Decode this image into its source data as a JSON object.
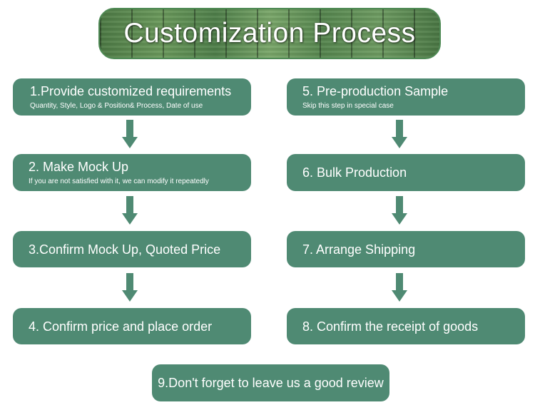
{
  "title": "Customization Process",
  "colors": {
    "step_fill": "#4f8a73",
    "arrow_fill": "#4f8a73",
    "text": "#ffffff"
  },
  "steps": [
    {
      "label": "1.Provide customized requirements",
      "sub": "Quantity, Style, Logo & Position& Process, Date of use"
    },
    {
      "label": "2. Make Mock Up",
      "sub": "If you are not satisfied with it, we can modify it repeatedly"
    },
    {
      "label": "3.Confirm Mock Up, Quoted Price"
    },
    {
      "label": "4. Confirm price and place order"
    },
    {
      "label": "5. Pre-production Sample",
      "sub": "Skip this step in special case"
    },
    {
      "label": "6. Bulk Production"
    },
    {
      "label": "7. Arrange Shipping"
    },
    {
      "label": "8. Confirm the receipt of goods"
    },
    {
      "label": "9.Don't forget to leave us a good review"
    }
  ]
}
